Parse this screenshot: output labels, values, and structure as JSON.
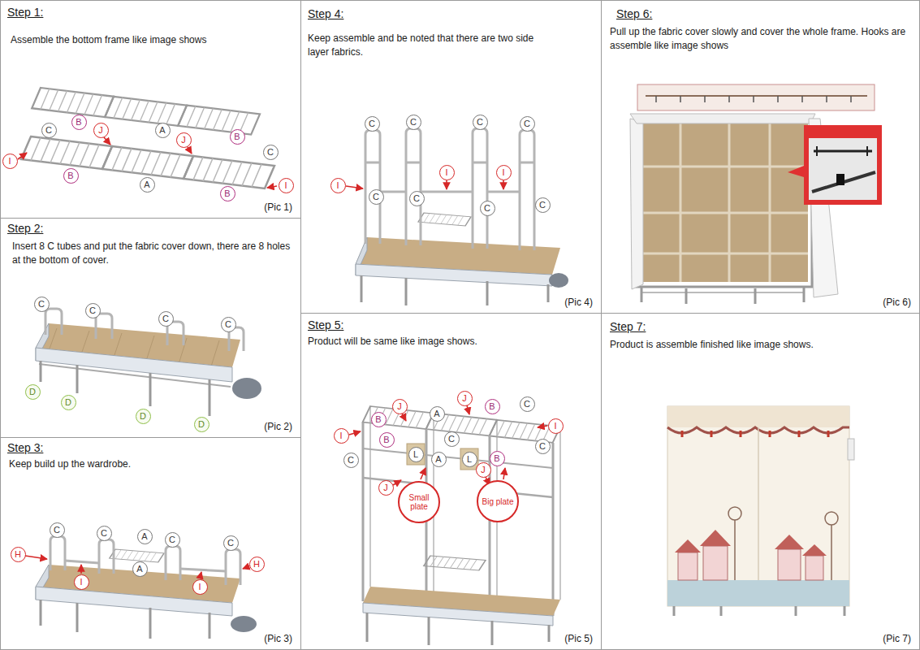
{
  "diagram": {
    "nodes": [
      {
        "text": [
          "Step 1:",
          "Assemble the bottom frame like image shows",
          "(Pic 1)"
        ]
      },
      {
        "text": [
          "B"
        ],
        "in": 0
      },
      {
        "text": [
          "C"
        ],
        "in": 0
      },
      {
        "text": [
          "A"
        ],
        "in": 0
      },
      {
        "text": [
          "B"
        ],
        "in": 0
      },
      {
        "text": [
          "J"
        ],
        "in": 0
      },
      {
        "text": [
          "C"
        ],
        "in": 0
      },
      {
        "text": [
          "I"
        ],
        "in": 0
      },
      {
        "text": [
          "J"
        ],
        "in": 0
      },
      {
        "text": [
          "B"
        ],
        "in": 0
      },
      {
        "text": [
          "A"
        ],
        "in": 0
      },
      {
        "text": [
          "I"
        ],
        "in": 0
      },
      {
        "text": [
          "B"
        ],
        "in": 0
      },
      {
        "text": [
          "Step 2:",
          "Insert 8 C tubes and put the fabric cover down, there are 8 holes at the bottom of cover.",
          "(Pic 2)"
        ]
      },
      {
        "text": [
          "C"
        ],
        "in": 13
      },
      {
        "text": [
          "C"
        ],
        "in": 13
      },
      {
        "text": [
          "C"
        ],
        "in": 13
      },
      {
        "text": [
          "C"
        ],
        "in": 13
      },
      {
        "text": [
          "D"
        ],
        "in": 13
      },
      {
        "text": [
          "D"
        ],
        "in": 13
      },
      {
        "text": [
          "D"
        ],
        "in": 13
      },
      {
        "text": [
          "D"
        ],
        "in": 13
      },
      {
        "text": [
          "Step 3:",
          "Keep build up the wardrobe.",
          "(Pic 3)"
        ]
      },
      {
        "text": [
          "C"
        ],
        "in": 22
      },
      {
        "text": [
          "C"
        ],
        "in": 22
      },
      {
        "text": [
          "A"
        ],
        "in": 22
      },
      {
        "text": [
          "C"
        ],
        "in": 22
      },
      {
        "text": [
          "C"
        ],
        "in": 22
      },
      {
        "text": [
          "H"
        ],
        "in": 22
      },
      {
        "text": [
          "I"
        ],
        "in": 22
      },
      {
        "text": [
          "A"
        ],
        "in": 22
      },
      {
        "text": [
          "I"
        ],
        "in": 22
      },
      {
        "text": [
          "H"
        ],
        "in": 22
      },
      {
        "text": [
          "Step 4:",
          "Keep assemble and be noted that there are two side layer fabrics.",
          "(Pic 4)"
        ]
      },
      {
        "text": [
          "C"
        ],
        "in": 33
      },
      {
        "text": [
          "C"
        ],
        "in": 33
      },
      {
        "text": [
          "C"
        ],
        "in": 33
      },
      {
        "text": [
          "C"
        ],
        "in": 33
      },
      {
        "text": [
          "I"
        ],
        "in": 33
      },
      {
        "text": [
          "C"
        ],
        "in": 33
      },
      {
        "text": [
          "I"
        ],
        "in": 33
      },
      {
        "text": [
          "I"
        ],
        "in": 33
      },
      {
        "text": [
          "C"
        ],
        "in": 33
      },
      {
        "text": [
          "C"
        ],
        "in": 33
      },
      {
        "text": [
          "C"
        ],
        "in": 33
      },
      {
        "text": [
          "Step 5:",
          "Product will be same like image shows.",
          "(Pic 5)"
        ]
      },
      {
        "text": [
          "J"
        ],
        "in": 45
      },
      {
        "text": [
          "J"
        ],
        "in": 45
      },
      {
        "text": [
          "C"
        ],
        "in": 45
      },
      {
        "text": [
          "B"
        ],
        "in": 45
      },
      {
        "text": [
          "A"
        ],
        "in": 45
      },
      {
        "text": [
          "B"
        ],
        "in": 45
      },
      {
        "text": [
          "I"
        ],
        "in": 45
      },
      {
        "text": [
          "I"
        ],
        "in": 45
      },
      {
        "text": [
          "B"
        ],
        "in": 45
      },
      {
        "text": [
          "C"
        ],
        "in": 45
      },
      {
        "text": [
          "C"
        ],
        "in": 45
      },
      {
        "text": [
          "L"
        ],
        "in": 45
      },
      {
        "text": [
          "L"
        ],
        "in": 45
      },
      {
        "text": [
          "A"
        ],
        "in": 45
      },
      {
        "text": [
          "C"
        ],
        "in": 45
      },
      {
        "text": [
          "B"
        ],
        "in": 45
      },
      {
        "text": [
          "J"
        ],
        "in": 45
      },
      {
        "text": [
          "J"
        ],
        "in": 45
      },
      {
        "text": [
          "Small plate"
        ],
        "in": 45
      },
      {
        "text": [
          "Big plate"
        ],
        "in": 45
      },
      {
        "text": [
          "Step 6:",
          "Pull up the fabric cover slowly and cover the whole frame. Hooks are assemble like image shows",
          "(Pic 6)"
        ]
      },
      {
        "text": [
          "Step 7:",
          "Product is assemble finished like image shows.",
          "(Pic 7)"
        ]
      }
    ]
  }
}
